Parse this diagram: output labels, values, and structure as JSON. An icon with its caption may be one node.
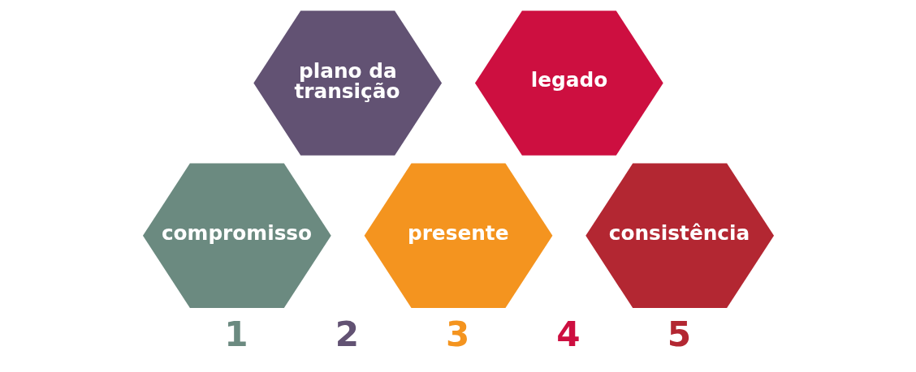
{
  "diagram": {
    "nodes": [
      {
        "text": [
          "compromisso"
        ]
      },
      {
        "text": [
          "plano da transição"
        ]
      },
      {
        "text": [
          "presente"
        ]
      },
      {
        "text": [
          "legado"
        ]
      },
      {
        "text": [
          "consistência"
        ]
      }
    ],
    "edges": [],
    "labels": [
      "1",
      "2",
      "3",
      "4",
      "5"
    ]
  }
}
